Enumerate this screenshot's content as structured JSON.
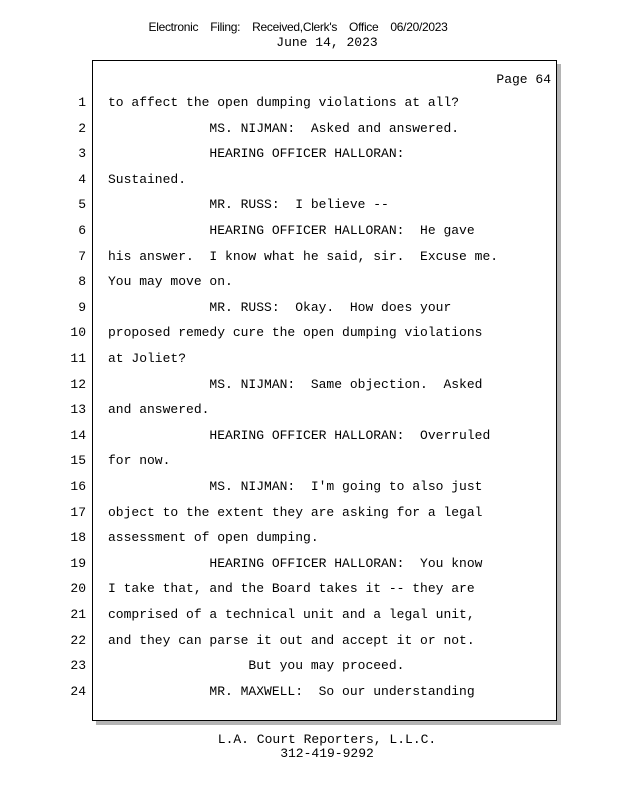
{
  "header": {
    "stamp": "Electronic Filing: Received,Clerk's Office 06/20/2023",
    "date": "June 14, 2023"
  },
  "page_label": "Page 64",
  "lines": [
    {
      "n": "1",
      "t": "to affect the open dumping violations at all?"
    },
    {
      "n": "2",
      "t": "             MS. NIJMAN:  Asked and answered."
    },
    {
      "n": "3",
      "t": "             HEARING OFFICER HALLORAN:"
    },
    {
      "n": "4",
      "t": "Sustained."
    },
    {
      "n": "5",
      "t": "             MR. RUSS:  I believe --"
    },
    {
      "n": "6",
      "t": "             HEARING OFFICER HALLORAN:  He gave"
    },
    {
      "n": "7",
      "t": "his answer.  I know what he said, sir.  Excuse me."
    },
    {
      "n": "8",
      "t": "You may move on."
    },
    {
      "n": "9",
      "t": "             MR. RUSS:  Okay.  How does your"
    },
    {
      "n": "10",
      "t": "proposed remedy cure the open dumping violations"
    },
    {
      "n": "11",
      "t": "at Joliet?"
    },
    {
      "n": "12",
      "t": "             MS. NIJMAN:  Same objection.  Asked"
    },
    {
      "n": "13",
      "t": "and answered."
    },
    {
      "n": "14",
      "t": "             HEARING OFFICER HALLORAN:  Overruled"
    },
    {
      "n": "15",
      "t": "for now."
    },
    {
      "n": "16",
      "t": "             MS. NIJMAN:  I'm going to also just"
    },
    {
      "n": "17",
      "t": "object to the extent they are asking for a legal"
    },
    {
      "n": "18",
      "t": "assessment of open dumping."
    },
    {
      "n": "19",
      "t": "             HEARING OFFICER HALLORAN:  You know"
    },
    {
      "n": "20",
      "t": "I take that, and the Board takes it -- they are"
    },
    {
      "n": "21",
      "t": "comprised of a technical unit and a legal unit,"
    },
    {
      "n": "22",
      "t": "and they can parse it out and accept it or not."
    },
    {
      "n": "23",
      "t": "                  But you may proceed."
    },
    {
      "n": "24",
      "t": "             MR. MAXWELL:  So our understanding"
    }
  ],
  "footer": {
    "company": "L.A. Court Reporters, L.L.C.",
    "phone": "312-419-9292"
  }
}
